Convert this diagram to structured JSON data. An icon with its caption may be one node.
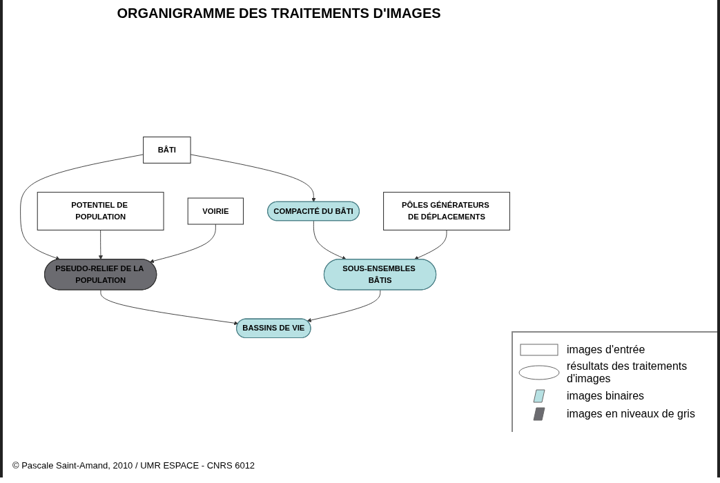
{
  "diagram": {
    "title": "ORGANIGRAMME DES TRAITEMENTS D'IMAGES",
    "caption": "© Pascale Saint-Amand, 2010 / UMR ESPACE - CNRS 6012",
    "nodes": [
      {
        "text": [
          "BÂTI"
        ]
      },
      {
        "text": [
          "PÔLES GÉNÉRATEURS DE DÉPLACEMENTS"
        ]
      },
      {
        "text": [
          "POTENTIEL DE POPULATION"
        ]
      },
      {
        "text": [
          "COMPACITÉ DU BÂTI"
        ]
      },
      {
        "text": [
          "PSEUDO-RELIEF DE LA POPULATION"
        ]
      },
      {
        "text": [
          "SOUS-ENSEMBLES BÂTIS"
        ]
      },
      {
        "text": [
          "VOIRIE"
        ]
      },
      {
        "text": [
          "BASSINS DE VIE"
        ]
      }
    ],
    "edges": [
      {
        "from": 0,
        "to": 4,
        "arrow": "to"
      },
      {
        "from": 0,
        "to": 3,
        "arrow": "to"
      },
      {
        "from": 2,
        "to": 4,
        "arrow": "to"
      },
      {
        "from": 6,
        "to": 4,
        "arrow": "to"
      },
      {
        "from": 3,
        "to": 5,
        "arrow": "to"
      },
      {
        "from": 1,
        "to": 5,
        "arrow": "to"
      },
      {
        "from": 4,
        "to": 7,
        "arrow": "to"
      },
      {
        "from": 5,
        "to": 7,
        "arrow": "to"
      }
    ],
    "legend": [
      {
        "text": "images d'entrée"
      },
      {
        "text": "résultats des traitements d'images"
      },
      {
        "text": "images binaires",
        "color": "#b7e1e3"
      },
      {
        "text": "images en niveaux de gris",
        "color": "#6b6b70"
      }
    ]
  }
}
